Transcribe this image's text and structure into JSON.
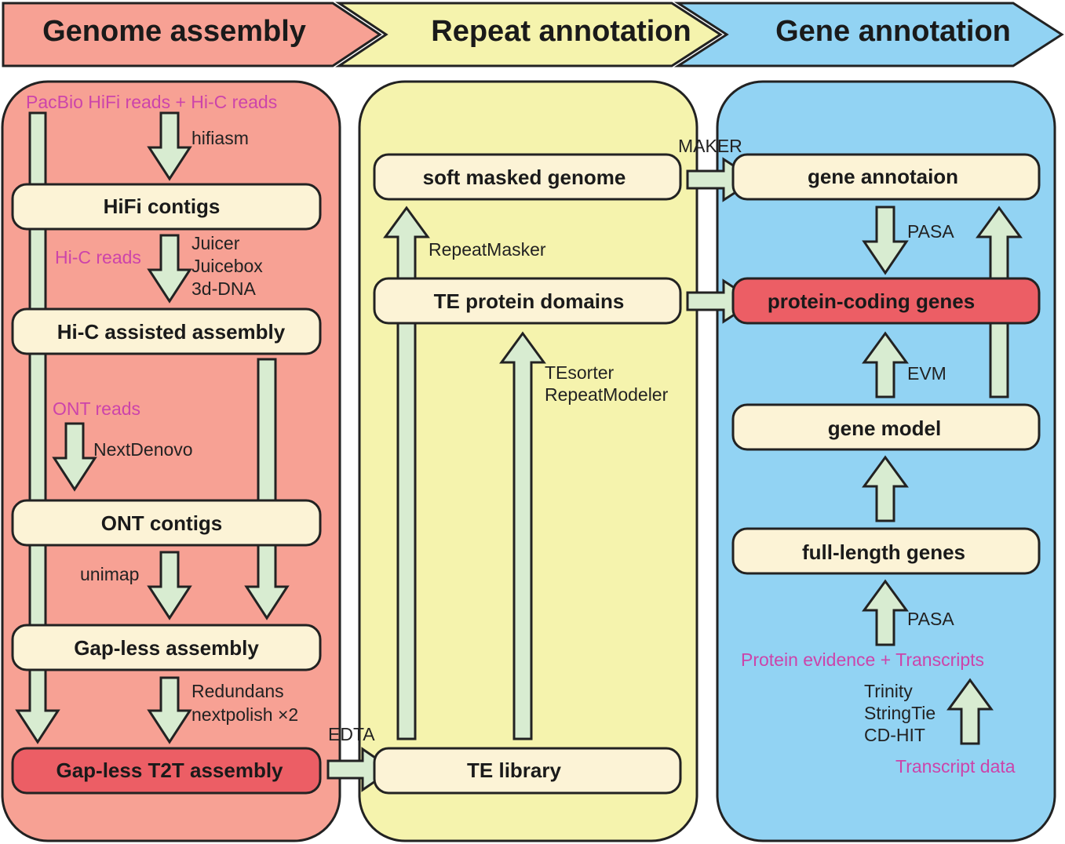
{
  "colors": {
    "assembly_bg": "#f7a194",
    "repeat_bg": "#f5f3ad",
    "gene_bg": "#92d3f3",
    "box_fill": "#fcf3d6",
    "box_highlight": "#ec5e65",
    "arrow_fill": "#d8ecd1",
    "input_text": "#cc44aa"
  },
  "header": {
    "assembly": "Genome assembly",
    "repeat": "Repeat annotation",
    "gene": "Gene annotation"
  },
  "assembly": {
    "input_main": "PacBio HiFi reads + Hi-C reads",
    "input_hic": "Hi-C reads",
    "input_ont": "ONT reads",
    "tool_hifiasm": "hifiasm",
    "tool_juicer": "Juicer",
    "tool_juicebox": "Juicebox",
    "tool_3ddna": "3d-DNA",
    "tool_nextdenovo": "NextDenovo",
    "tool_unimap": "unimap",
    "tool_redundans": "Redundans",
    "tool_nextpolish": "nextpolish ×2",
    "box_hifi": "HiFi contigs",
    "box_hic": "Hi-C assisted assembly",
    "box_ont": "ONT contigs",
    "box_gapless": "Gap-less assembly",
    "box_t2t": "Gap-less T2T assembly"
  },
  "repeat": {
    "tool_edta": "EDTA",
    "tool_repeatmasker": "RepeatMasker",
    "tool_tesorter": "TEsorter",
    "tool_repeatmodeler": "RepeatModeler",
    "box_soft_masked": "soft masked genome",
    "box_te_domains": "TE protein domains",
    "box_te_library": "TE library"
  },
  "gene": {
    "tool_maker": "MAKER",
    "tool_pasa_top": "PASA",
    "tool_evm": "EVM",
    "tool_pasa_bottom": "PASA",
    "tool_trinity": "Trinity",
    "tool_stringtie": "StringTie",
    "tool_cdhit": "CD-HIT",
    "input_evidence": "Protein evidence + Transcripts",
    "input_transcript": "Transcript data",
    "box_gene_annotation": "gene annotaion",
    "box_protein_coding": "protein-coding genes",
    "box_gene_model": "gene model",
    "box_full_length": "full-length genes"
  }
}
